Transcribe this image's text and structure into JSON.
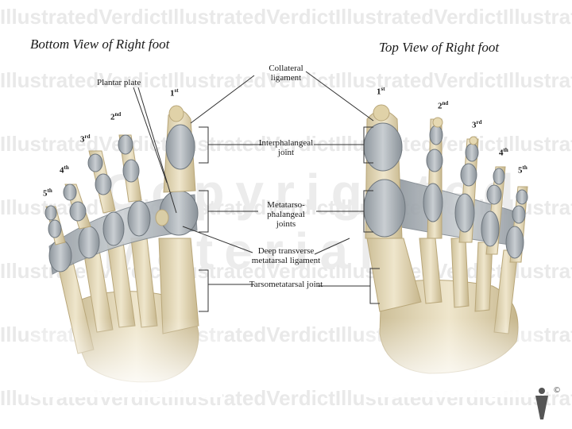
{
  "titles": {
    "bottom_view": "Bottom View of Right foot",
    "top_view": "Top View of Right foot"
  },
  "labels": {
    "collateral_ligament": [
      "Collateral",
      "ligament"
    ],
    "plantar_plate": "Plantar plate",
    "interphalangeal_joint": [
      "Interphalangeal",
      "joint"
    ],
    "metatarsophalangeal_joints": [
      "Metatarso-",
      "phalangeal",
      "joints"
    ],
    "deep_transverse_metatarsal_ligament": [
      "Deep transverse",
      "metatarsal ligament"
    ],
    "tarsometatarsal_joint": "Tarsometatarsal joint"
  },
  "toe_ordinals": {
    "bottom": [
      {
        "num": "1",
        "suffix": "st"
      },
      {
        "num": "2",
        "suffix": "nd"
      },
      {
        "num": "3",
        "suffix": "rd"
      },
      {
        "num": "4",
        "suffix": "th"
      },
      {
        "num": "5",
        "suffix": "th"
      }
    ],
    "top": [
      {
        "num": "1",
        "suffix": "st"
      },
      {
        "num": "2",
        "suffix": "nd"
      },
      {
        "num": "3",
        "suffix": "rd"
      },
      {
        "num": "4",
        "suffix": "th"
      },
      {
        "num": "5",
        "suffix": "th"
      }
    ]
  },
  "watermark": {
    "text": "IllustratedVerdictIllustratedVerdictIllustratedVerdictIllustratedVerdict",
    "overlay": "Copyrighted Material"
  },
  "logo": {
    "symbol": "©"
  },
  "colors": {
    "bone": "#e3d8b8",
    "bone_shadow": "#c9b98f",
    "ligament": "#a9b0b6",
    "ligament_dark": "#7f878e",
    "line": "#333333"
  }
}
